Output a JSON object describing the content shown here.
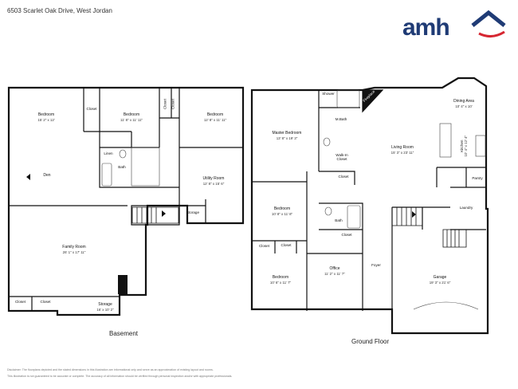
{
  "address": "6503 Scarlet Oak Drive, West Jordan",
  "brand": {
    "logo_text": "amh",
    "navy": "#1f3b75",
    "red": "#d62631"
  },
  "floors": {
    "basement": {
      "label": "Basement"
    },
    "ground": {
      "label": "Ground Floor"
    }
  },
  "rooms": {
    "b_bed1": {
      "name": "Bedroom",
      "dims": "15' 2\" x 12'"
    },
    "b_closet1": {
      "name": "Closet"
    },
    "b_bed2": {
      "name": "Bedroom",
      "dims": "11' 8\" x 11' 11\""
    },
    "b_closet2": {
      "name": "Closet"
    },
    "b_closet3": {
      "name": "Closet"
    },
    "b_bed3": {
      "name": "Bedroom",
      "dims": "12' 8\" x 11' 11\""
    },
    "b_linen": {
      "name": "Linen"
    },
    "b_bath": {
      "name": "Bath"
    },
    "b_den": {
      "name": "Den"
    },
    "b_utility": {
      "name": "Utility Room",
      "dims": "12' 8\" x 15' 6\""
    },
    "b_storage1": {
      "name": "Storage"
    },
    "b_family": {
      "name": "Family Room",
      "dims": "26' 1\" x 17' 11\""
    },
    "b_closet4": {
      "name": "Closet"
    },
    "b_closet5": {
      "name": "Closet"
    },
    "b_storage2": {
      "name": "Storage",
      "dims": "16' x 10' 2\""
    },
    "g_shower": {
      "name": "Shower"
    },
    "g_fireplace": {
      "name": "Fireplace"
    },
    "g_master": {
      "name": "Master Bedroom",
      "dims": "13' 8\" x 19' 3\""
    },
    "g_mbath": {
      "name": "M.Bath"
    },
    "g_walkin": {
      "name": "Walk-In Closet"
    },
    "g_closet1": {
      "name": "Closet"
    },
    "g_dining": {
      "name": "Dining Area",
      "dims": "10' 4\" x 10'"
    },
    "g_living": {
      "name": "Living Room",
      "dims": "15' 3\" x 23' 11\""
    },
    "g_kitchen": {
      "name": "Kitchen",
      "dims": "10' 4\" x 12' 4\""
    },
    "g_pantry": {
      "name": "Pantry"
    },
    "g_bed1": {
      "name": "Bedroom",
      "dims": "10' 8\" x 11' 8\""
    },
    "g_bath": {
      "name": "Bath"
    },
    "g_closet2": {
      "name": "Closet"
    },
    "g_closet3": {
      "name": "Closet"
    },
    "g_closet4": {
      "name": "Closet"
    },
    "g_laundry": {
      "name": "Laundry"
    },
    "g_foyer": {
      "name": "Foyer"
    },
    "g_bed2": {
      "name": "Bedroom",
      "dims": "10' 6\" x 11' 7\""
    },
    "g_office": {
      "name": "Office",
      "dims": "11' 2\" x 11' 7\""
    },
    "g_garage": {
      "name": "Garage",
      "dims": "19' 3\" x 21' 6\""
    }
  },
  "disclaimer": {
    "line1": "Disclaimer: The floorplans depicted and the stated dimensions in this illustration are informational only and serve as an approximation of existing layout and rooms.",
    "line2": "This illustration is not guaranteed to be accurate or complete. The accuracy of all information should be verified through personal inspection and/or with appropriate professionals."
  }
}
